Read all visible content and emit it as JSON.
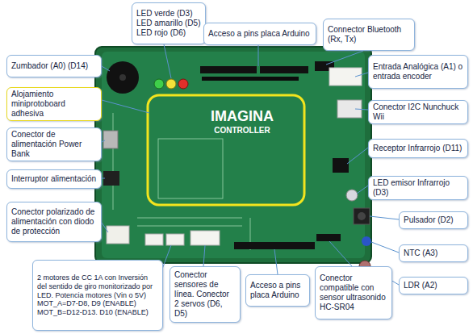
{
  "diagram": {
    "nodes": [
      {
        "text": [
          "LED verde (D3) LED amarillo (D5) LED rojo (D6)"
        ]
      },
      {
        "text": [
          "Acceso a pins placa Arduino"
        ]
      },
      {
        "text": [
          "Connector Bluetooth (Rx, Tx)"
        ]
      },
      {
        "text": [
          "Zumbador (A0) (D14)"
        ]
      },
      {
        "text": [
          "Entrada Analógica (A1) o entrada encoder"
        ]
      },
      {
        "text": [
          "Alojamiento miniprotoboard adhesiva"
        ]
      },
      {
        "text": [
          "Conector I2C Nunchuck Wii"
        ]
      },
      {
        "text": [
          "Conector de alimentación Power Bank"
        ]
      },
      {
        "text": [
          "Receptor Infrarrojo (D11)"
        ]
      },
      {
        "text": [
          "Interruptor alimentación"
        ]
      },
      {
        "text": [
          "LED emisor Infrarrojo (D3)"
        ]
      },
      {
        "text": [
          "Conector polarizado de alimentación con diodo de protección"
        ]
      },
      {
        "text": [
          "Pulsador (D2)"
        ]
      },
      {
        "text": [
          "NTC (A3)"
        ]
      },
      {
        "text": [
          "2 motores de CC 1A con Inversión del sentido de giro monitorizado por LED. Potencia motores (Vin o 5V) MOT_A=D7-D8, D9 (ENABLE) MOT_B=D12-D13. D10 (ENABLE)"
        ]
      },
      {
        "text": [
          "Conector sensores de línea. Conector 2 servos (D6, D5)"
        ]
      },
      {
        "text": [
          "Acceso a pins placa Arduino"
        ]
      },
      {
        "text": [
          "Conector compatible con sensor ultrasonido HC-SR04"
        ]
      },
      {
        "text": [
          "LDR (A2)"
        ]
      }
    ],
    "labels": [
      "IMAGINA",
      "CONTROLLER"
    ]
  }
}
